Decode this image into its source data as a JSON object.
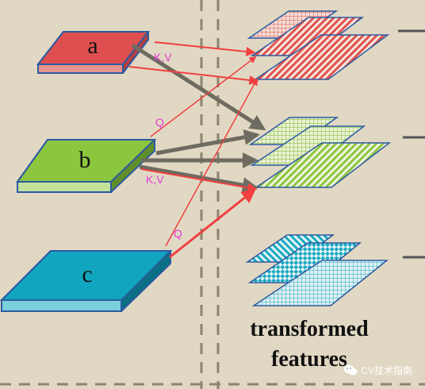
{
  "inputs": {
    "a": {
      "label": "a",
      "color": "#e04f4f"
    },
    "b": {
      "label": "b",
      "color": "#8cc63f"
    },
    "c": {
      "label": "c",
      "color": "#12a5c0"
    }
  },
  "arrow_labels": {
    "kv_a": "K,V",
    "q_b": "Q",
    "kv_b": "K,V",
    "q_c": "Q"
  },
  "caption": {
    "line1": "transformed",
    "line2": "features"
  },
  "watermark": {
    "text": "CV技术指南",
    "icon": "wechat-icon"
  },
  "colors": {
    "background": "#e1d8c4",
    "red_arrow": "#f04040",
    "gray_arrow": "#6e6b60",
    "magenta_label": "#e43bd2",
    "plane_outline": "#2c5aa0"
  }
}
